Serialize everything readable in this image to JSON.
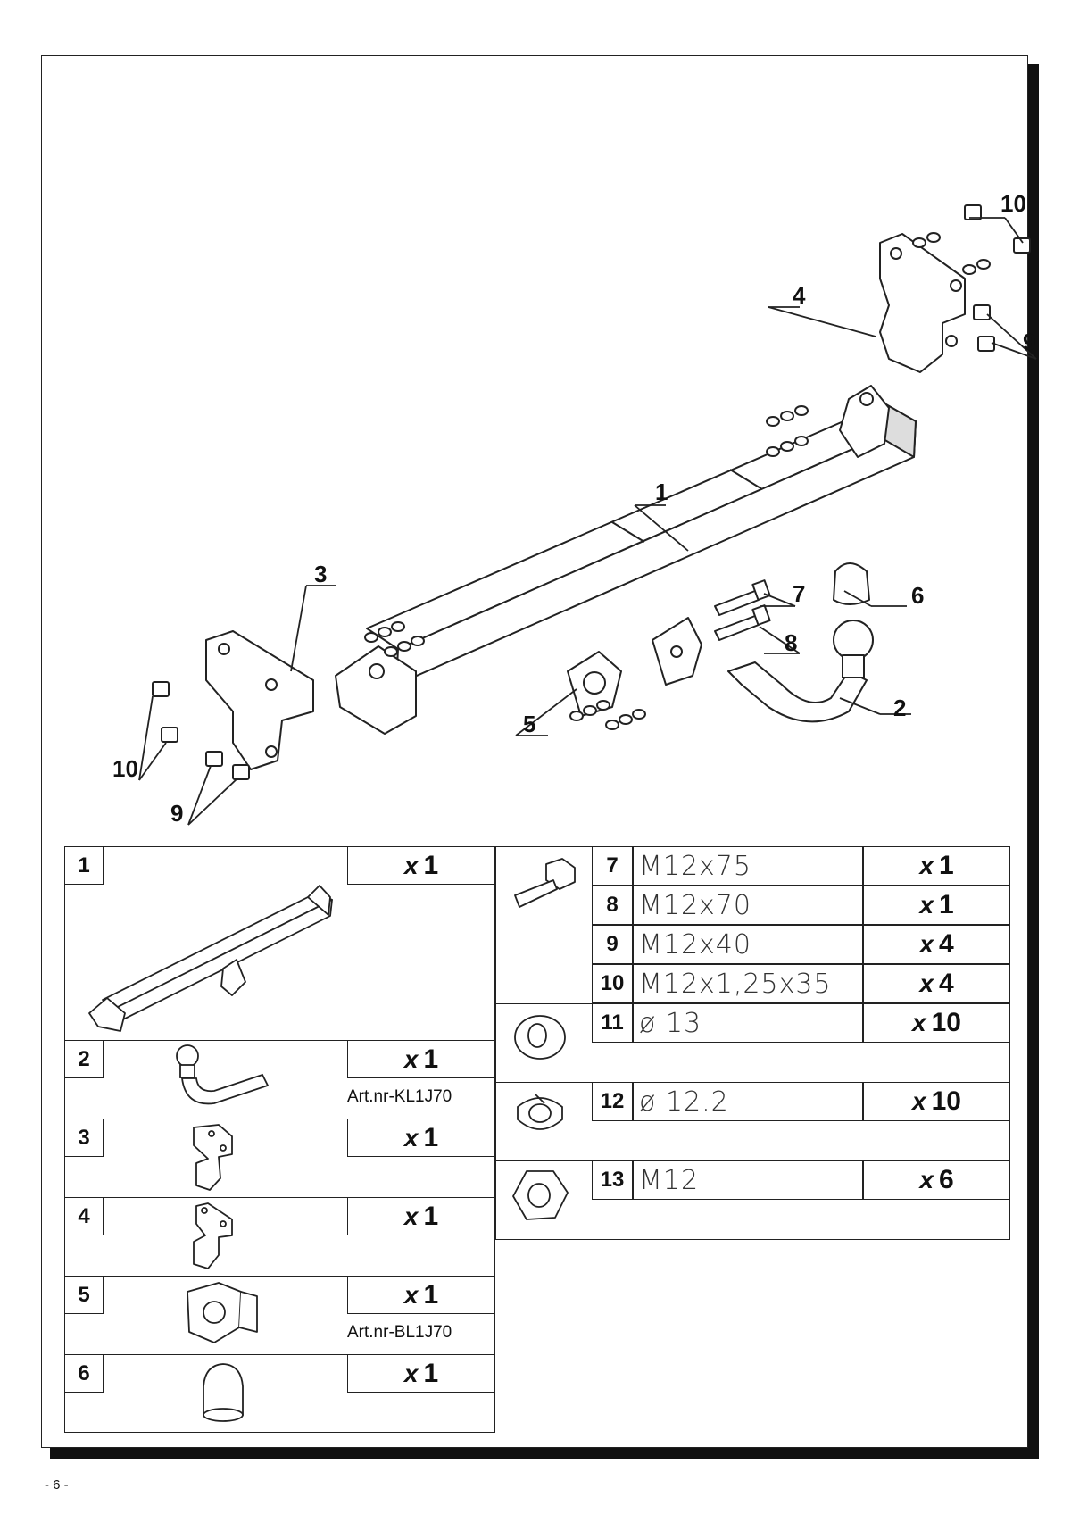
{
  "page_number": "- 6 -",
  "callouts": {
    "c1": "1",
    "c2": "2",
    "c3": "3",
    "c4": "4",
    "c5": "5",
    "c6": "6",
    "c7": "7",
    "c8": "8",
    "c9a": "9",
    "c9b": "9",
    "c10a": "10",
    "c10b": "10"
  },
  "parts_left": [
    {
      "num": "1",
      "qty_x": "x",
      "qty": "1",
      "artnr": "",
      "icon": "tow-bar-crossbeam-icon"
    },
    {
      "num": "2",
      "qty_x": "x",
      "qty": "1",
      "artnr": "Art.nr-KL1J70",
      "icon": "tow-ball-icon"
    },
    {
      "num": "3",
      "qty_x": "x",
      "qty": "1",
      "artnr": "",
      "icon": "left-bracket-icon"
    },
    {
      "num": "4",
      "qty_x": "x",
      "qty": "1",
      "artnr": "",
      "icon": "right-bracket-icon"
    },
    {
      "num": "5",
      "qty_x": "x",
      "qty": "1",
      "artnr": "Art.nr-BL1J70",
      "icon": "socket-plate-icon"
    },
    {
      "num": "6",
      "qty_x": "x",
      "qty": "1",
      "artnr": "",
      "icon": "ball-cap-icon"
    }
  ],
  "parts_right": {
    "bolts": [
      {
        "num": "7",
        "spec": "M12x75",
        "qty_x": "x",
        "qty": "1"
      },
      {
        "num": "8",
        "spec": "M12x70",
        "qty_x": "x",
        "qty": "1"
      },
      {
        "num": "9",
        "spec": "M12x40",
        "qty_x": "x",
        "qty": "4"
      },
      {
        "num": "10",
        "spec": "M12x1,25x35",
        "qty_x": "x",
        "qty": "4"
      }
    ],
    "washer": {
      "num": "11",
      "spec": "ø 13",
      "qty_x": "x",
      "qty": "10"
    },
    "spring_washer": {
      "num": "12",
      "spec": "ø 12.2",
      "qty_x": "x",
      "qty": "10"
    },
    "nut": {
      "num": "13",
      "spec": "M12",
      "qty_x": "x",
      "qty": "6"
    }
  }
}
